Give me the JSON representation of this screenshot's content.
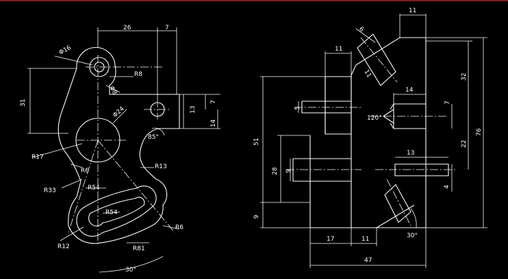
{
  "left_view": {
    "dims": {
      "w26": "26",
      "w7": "7",
      "h31": "31",
      "h13": "13",
      "h7": "7",
      "h14": "14",
      "ang85": "85°",
      "ang30": "30°",
      "phi16": "Φ16",
      "phi8": "Φ8",
      "phi24": "Φ24",
      "r8": "R8",
      "r17": "R17",
      "r6a": "R6",
      "r13": "R13",
      "r33": "R33",
      "r54a": "R54",
      "r54b": "R54",
      "r12": "R12",
      "r81": "R81",
      "r6b": "R6"
    }
  },
  "right_view": {
    "dims": {
      "t11a": "11",
      "t6": "6",
      "t11b": "11",
      "t11c": "11",
      "t14": "14",
      "t5": "5",
      "t7": "7",
      "t120": "120°",
      "t32": "32",
      "t76": "76",
      "t51": "51",
      "t22": "22",
      "t28": "28",
      "t13": "13",
      "t9a": "9",
      "t4": "4",
      "t9b": "9",
      "t17": "17",
      "t11d": "11",
      "t30": "30°",
      "t47": "47"
    }
  }
}
